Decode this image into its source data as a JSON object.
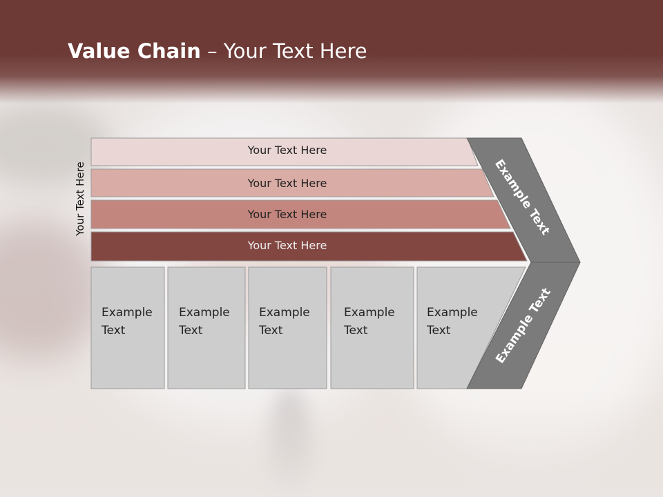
{
  "title": {
    "bold": "Value Chain",
    "rest": " – Your Text Here"
  },
  "side_label": "Your Text Here",
  "bars": [
    {
      "label": "Your Text Here",
      "color": "#ead7d5",
      "text_color": "#222222"
    },
    {
      "label": "Your Text Here",
      "color": "#d9aca5",
      "text_color": "#222222"
    },
    {
      "label": "Your Text Here",
      "color": "#c3867e",
      "text_color": "#222222"
    },
    {
      "label": "Your Text Here",
      "color": "#834742",
      "text_color": "#eeeeee"
    }
  ],
  "cells": [
    {
      "line1": "Example",
      "line2": "Text"
    },
    {
      "line1": "Example",
      "line2": "Text"
    },
    {
      "line1": "Example",
      "line2": "Text"
    },
    {
      "line1": "Example",
      "line2": "Text"
    },
    {
      "line1": "Example",
      "line2": "Text"
    }
  ],
  "chevron_top_label": "Example Text",
  "chevron_bottom_label": "Example Text",
  "colors": {
    "header": "#6d3a36",
    "chevron": "#7b7b7b",
    "cell": "#cdcdcd"
  }
}
